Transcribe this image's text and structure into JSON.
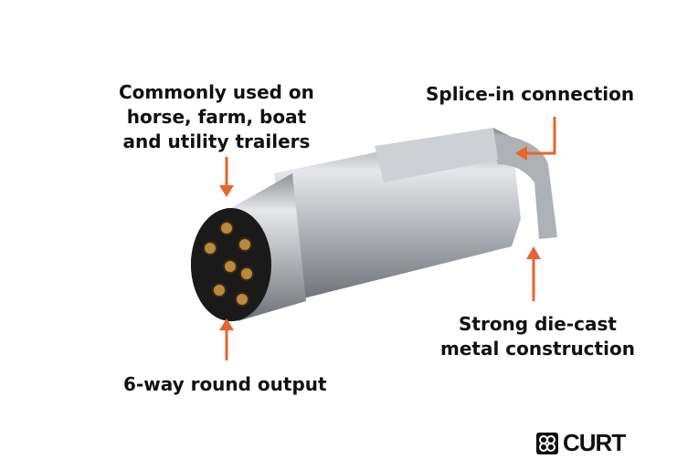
{
  "callouts": {
    "usage": [
      "Commonly used on",
      "horse, farm, boat",
      "and utility trailers"
    ],
    "splice": "Splice-in connection",
    "diecast": [
      "Strong die-cast",
      "metal construction"
    ],
    "output": "6-way round output"
  },
  "brand": {
    "name": "CURT"
  },
  "colors": {
    "arrow": "#e8642c",
    "text": "#111111"
  }
}
